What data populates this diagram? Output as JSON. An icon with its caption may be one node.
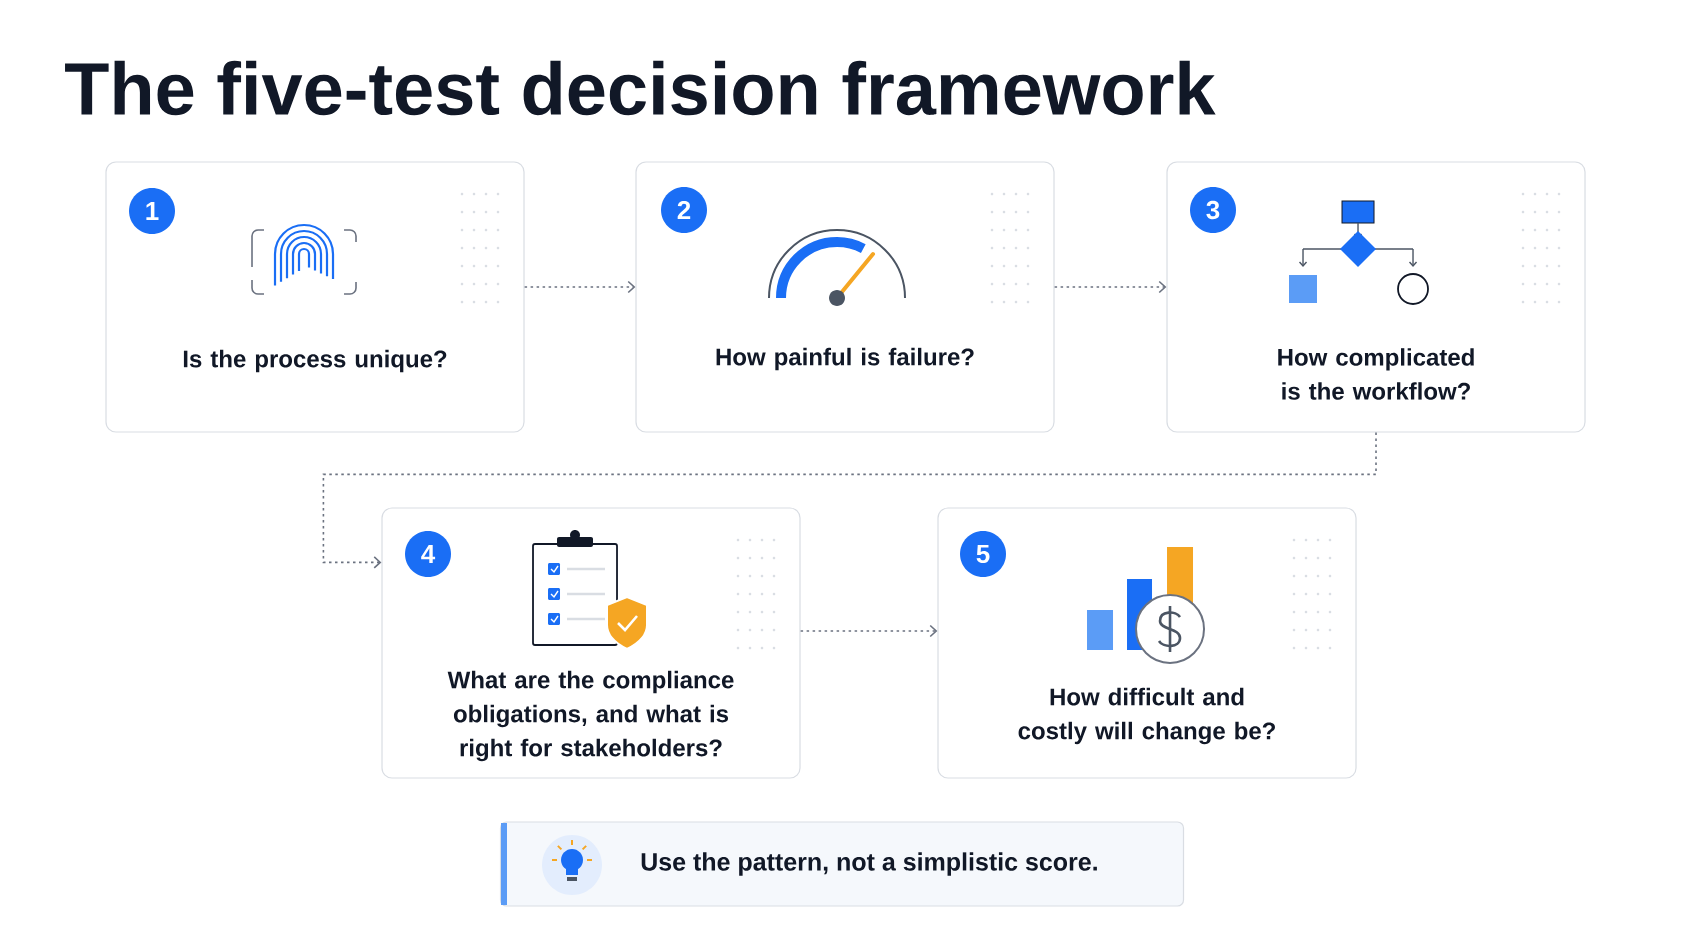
{
  "diagram": {
    "title": "The five-test decision framework",
    "nodes": [
      {
        "text": [
          "1",
          "Is the process unique?"
        ]
      },
      {
        "text": [
          "2",
          "How painful is failure?"
        ]
      },
      {
        "text": [
          "3",
          "How complicated is the workflow?"
        ]
      },
      {
        "text": [
          "4",
          "What are the compliance obligations, and what is right for stakeholders?"
        ]
      },
      {
        "text": [
          "5",
          "How difficult and costly will change be?"
        ]
      },
      {
        "text": [
          "Use the pattern, not a simplistic score."
        ]
      }
    ],
    "edges": [
      {
        "from": 0,
        "to": 1,
        "arrow": "to",
        "style": "dashed"
      },
      {
        "from": 1,
        "to": 2,
        "arrow": "to",
        "style": "dashed"
      },
      {
        "from": 2,
        "to": 3,
        "arrow": "to",
        "style": "dashed"
      },
      {
        "from": 3,
        "to": 4,
        "arrow": "to",
        "style": "dashed"
      }
    ]
  }
}
